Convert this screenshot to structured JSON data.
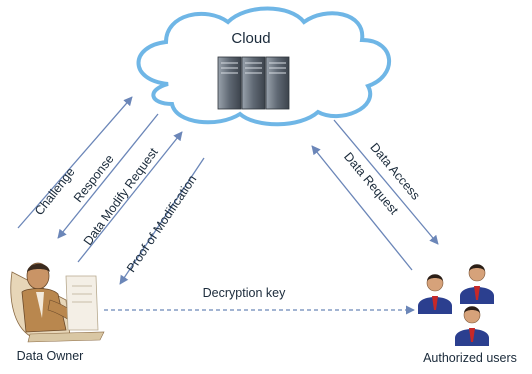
{
  "diagram": {
    "cloud_label": "Cloud",
    "owner_label": "Data Owner",
    "users_label": "Authorized users",
    "edges": {
      "challenge": "Challenge",
      "response": "Response",
      "data_modify_request": "Data Modify Request",
      "proof_of_modification": "Proof of Modification",
      "data_access": "Data Access",
      "data_request": "Data Request",
      "decryption_key": "Decryption key"
    },
    "colors": {
      "arrow": "#6b86b8",
      "cloud_stroke": "#6fb6e6",
      "cloud_fill": "#ffffff",
      "server": "#6e7884",
      "suit": "#2b3f8f"
    },
    "icons": {
      "server": "server-rack-icon",
      "owner": "data-owner-person-icon",
      "users": "authorized-users-group-icon"
    }
  }
}
